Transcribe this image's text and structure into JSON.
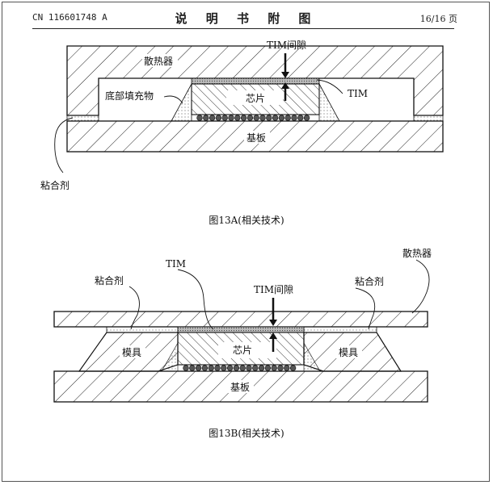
{
  "header": {
    "publication_number": "CN 116601748 A",
    "title": "说 明 书 附 图",
    "page": "16/16 页"
  },
  "figure_a": {
    "caption": "图13A(相关技术)",
    "labels": {
      "heat_sink": "散热器",
      "tim_gap": "TIM间隙",
      "underfill": "底部填充物",
      "chip": "芯片",
      "tim": "TIM",
      "substrate": "基板",
      "adhesive": "粘合剂"
    }
  },
  "figure_b": {
    "caption": "图13B(相关技术)",
    "labels": {
      "tim": "TIM",
      "heat_sink": "散热器",
      "adhesive_left": "粘合剂",
      "adhesive_right": "粘合剂",
      "tim_gap": "TIM间隙",
      "mold_left": "模具",
      "chip": "芯片",
      "mold_right": "模具",
      "substrate": "基板"
    }
  }
}
